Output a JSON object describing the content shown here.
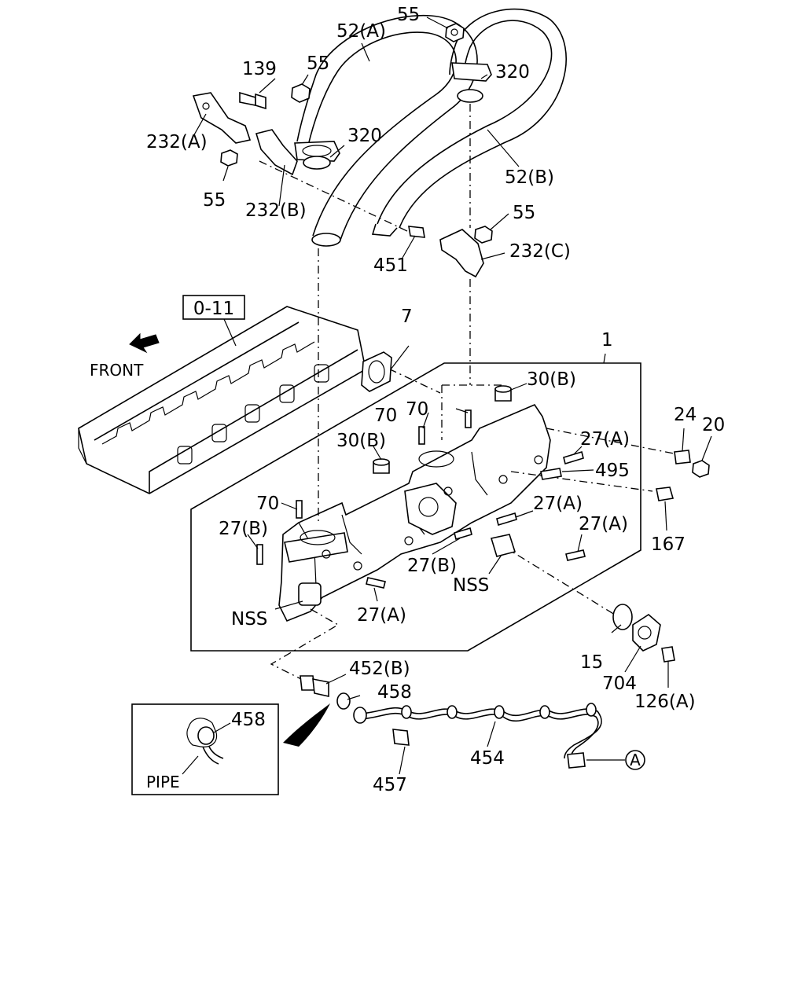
{
  "diagram": {
    "front_label": "FRONT",
    "ref_box_label": "0-11",
    "callout_letter": "A",
    "inset": {
      "label": "PIPE",
      "part_number": "458"
    },
    "labels": {
      "l_55_top": "55",
      "l_52a": "52(A)",
      "l_139": "139",
      "l_55_b": "55",
      "l_320_a": "320",
      "l_320_b": "320",
      "l_232a": "232(A)",
      "l_55_c": "55",
      "l_232b": "232(B)",
      "l_52b": "52(B)",
      "l_55_d": "55",
      "l_232c": "232(C)",
      "l_451": "451",
      "l_7": "7",
      "l_1": "1",
      "l_30b_a": "30(B)",
      "l_30b_b": "30(B)",
      "l_70_a": "70",
      "l_70_b": "70",
      "l_70_c": "70",
      "l_24": "24",
      "l_20": "20",
      "l_27a_a": "27(A)",
      "l_495": "495",
      "l_27a_b": "27(A)",
      "l_27a_c": "27(A)",
      "l_167": "167",
      "l_27b_a": "27(B)",
      "l_27b_b": "27(B)",
      "l_nss_a": "NSS",
      "l_nss_b": "NSS",
      "l_27a_d": "27(A)",
      "l_15": "15",
      "l_704": "704",
      "l_126a": "126(A)",
      "l_452b": "452(B)",
      "l_458": "458",
      "l_454": "454",
      "l_457": "457"
    }
  }
}
